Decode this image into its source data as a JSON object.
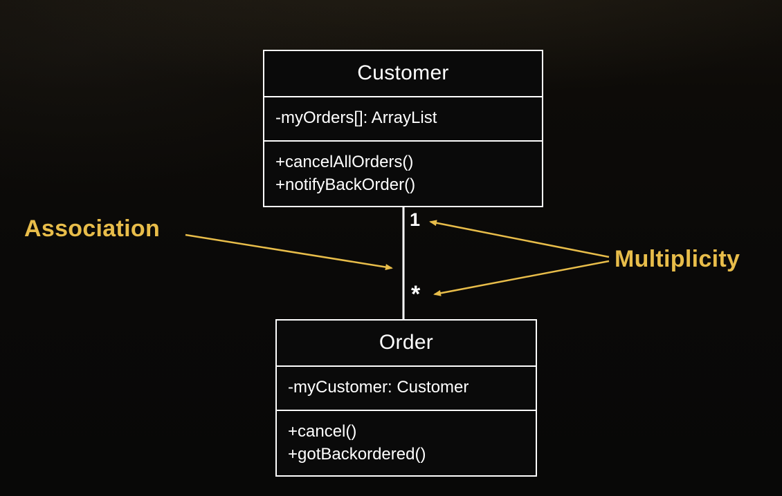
{
  "colors": {
    "accent": "#e8bd4a",
    "foreground": "#ffffff",
    "background": "#0a0908"
  },
  "diagram": {
    "customer_class": {
      "title": "Customer",
      "attributes": [
        "-myOrders[]: ArrayList"
      ],
      "methods": [
        "+cancelAllOrders()",
        "+notifyBackOrder()"
      ]
    },
    "order_class": {
      "title": "Order",
      "attributes": [
        "-myCustomer: Customer"
      ],
      "methods": [
        "+cancel()",
        "+gotBackordered()"
      ]
    },
    "association": {
      "multiplicity_top": "1",
      "multiplicity_bottom": "*"
    },
    "annotations": {
      "association_label": "Association",
      "multiplicity_label": "Multiplicity"
    }
  }
}
